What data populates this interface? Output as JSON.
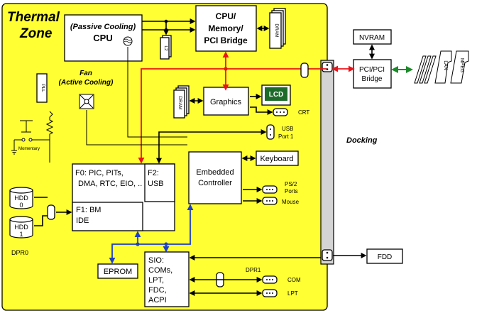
{
  "colors": {
    "thermal_zone": "#ffff33",
    "docking_bar": "#d4d4d4",
    "lcd": "#1c6b2a",
    "red_bus": "#e8141b",
    "blue_bus": "#1d3fc9",
    "green_link": "#1c8a2a"
  },
  "thermal_zone": {
    "title_line1": "Thermal",
    "title_line2": "Zone"
  },
  "cpu_block": {
    "note": "(Passive Cooling)",
    "label": "CPU"
  },
  "bridge": {
    "line1": "CPU/",
    "line2": "Memory/",
    "line3": "PCI Bridge"
  },
  "dram": {
    "label": "DRAM"
  },
  "l2": {
    "label": "L2"
  },
  "pll": {
    "label": "PLL"
  },
  "fan": {
    "line1": "Fan",
    "line2": "(Active Cooling)"
  },
  "graphics": {
    "label": "Graphics"
  },
  "lcd": {
    "label": "LCD"
  },
  "ports": {
    "crt": "CRT",
    "usb_line1": "USB",
    "usb_line2": "Port 1",
    "ps2_line1": "PS/2",
    "ps2_line2": "Ports",
    "mouse": "Mouse",
    "com": "COM",
    "lpt": "LPT"
  },
  "momentary": {
    "label": "Momentary"
  },
  "south": {
    "f0_line1": "F0:  PIC, PITs,",
    "f0_line2": "DMA, RTC, EIO, ..",
    "f1_line1": "F1:  BM",
    "f1_line2": "IDE",
    "f2_line1": "F2:",
    "f2_line2": "USB"
  },
  "ec": {
    "line1": "Embedded",
    "line2": "Controller"
  },
  "keyboard": {
    "label": "Keyboard"
  },
  "hdd0": {
    "line1": "HDD",
    "line2": "0"
  },
  "hdd1": {
    "line1": "HDD",
    "line2": "1"
  },
  "dpr0": {
    "label": "DPR0"
  },
  "dpr1": {
    "label": "DPR1"
  },
  "eprom": {
    "label": "EPROM"
  },
  "sio": {
    "line1": "SIO:",
    "line2": "COMs,",
    "line3": "LPT,",
    "line4": "FDC,",
    "line5": "ACPI"
  },
  "docking": {
    "label": "Docking"
  },
  "nvram": {
    "label": "NVRAM"
  },
  "pcipci": {
    "line1": "PCI/PCI",
    "line2": "Bridge"
  },
  "cards": {
    "lan": "LAN",
    "mpeg": "MPEG"
  },
  "fdd": {
    "label": "FDD"
  }
}
